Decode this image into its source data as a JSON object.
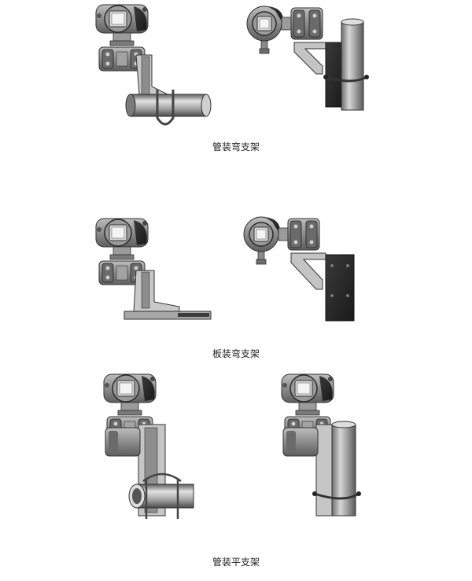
{
  "captions": {
    "pipe_bent": "管装弯支架",
    "plate_bent": "板装弯支架",
    "pipe_flat": "管装平支架"
  }
}
